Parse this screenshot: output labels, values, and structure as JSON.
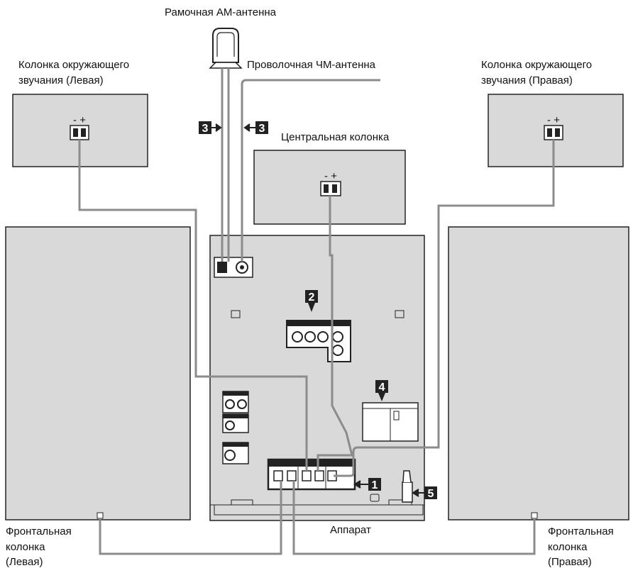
{
  "labels": {
    "am_antenna": "Рамочная АМ-антенна",
    "fm_antenna": "Проволочная ЧМ-антенна",
    "surround_left_line1": "Колонка окружающего",
    "surround_left_line2": "звучания (Левая)",
    "surround_right_line1": "Колонка окружающего",
    "surround_right_line2": "звучания (Правая)",
    "center_speaker": "Центральная колонка",
    "unit": "Аппарат",
    "front_left_line1": "Фронтальная",
    "front_left_line2": "колонка",
    "front_left_line3": "(Левая)",
    "front_right_line1": "Фронтальная",
    "front_right_line2": "колонка",
    "front_right_line3": "(Правая)"
  },
  "markers": {
    "speaker_terminals": "1",
    "av_inputs": "2",
    "antenna_left": "3",
    "antenna_right": "3",
    "voltage_selector": "4",
    "power_cord": "5"
  },
  "polarity": "- +"
}
